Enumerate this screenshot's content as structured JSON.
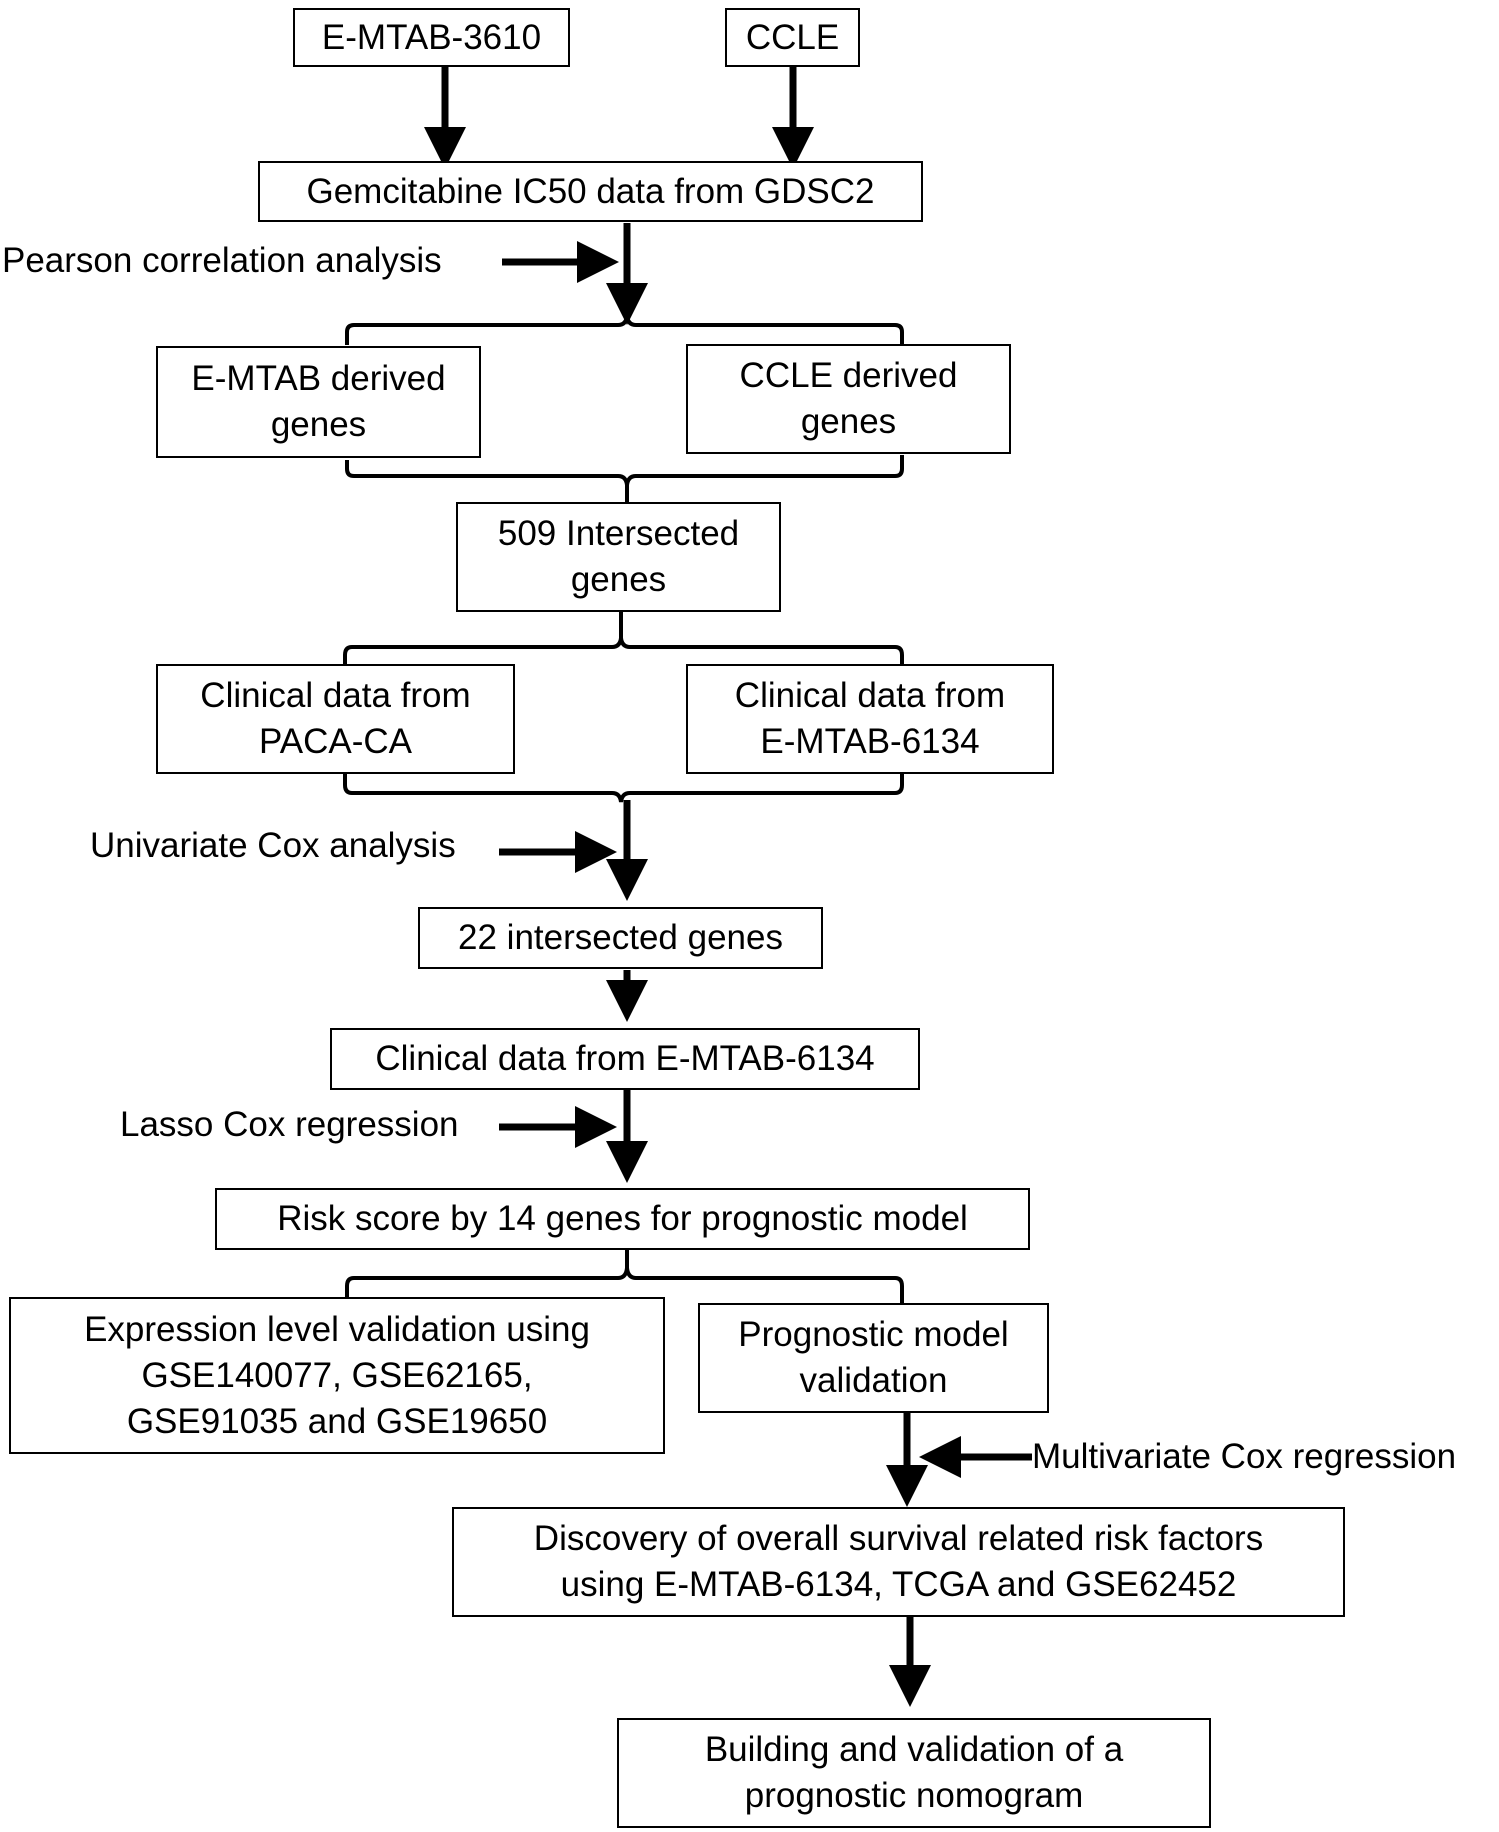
{
  "nodes": {
    "emtab3610": {
      "lines": [
        "E-MTAB-3610"
      ]
    },
    "ccle": {
      "lines": [
        "CCLE"
      ]
    },
    "gemcitabine": {
      "lines": [
        "Gemcitabine IC50 data from GDSC2"
      ]
    },
    "emtab_derived": {
      "lines": [
        "E-MTAB derived",
        "genes"
      ]
    },
    "ccle_derived": {
      "lines": [
        "CCLE derived",
        "genes"
      ]
    },
    "intersected509": {
      "lines": [
        "509 Intersected",
        "genes"
      ]
    },
    "paca": {
      "lines": [
        "Clinical data from",
        "PACA-CA"
      ]
    },
    "emtab6134_a": {
      "lines": [
        "Clinical data from",
        "E-MTAB-6134"
      ]
    },
    "intersected22": {
      "lines": [
        "22 intersected genes"
      ]
    },
    "emtab6134_b": {
      "lines": [
        "Clinical data from E-MTAB-6134"
      ]
    },
    "riskscore": {
      "lines": [
        "Risk score by 14 genes for prognostic model"
      ]
    },
    "expression": {
      "lines": [
        "Expression level validation using",
        "GSE140077, GSE62165,",
        "GSE91035 and GSE19650"
      ]
    },
    "prognostic": {
      "lines": [
        "Prognostic model",
        "validation"
      ]
    },
    "discovery": {
      "lines": [
        "Discovery of overall survival related risk factors",
        "using E-MTAB-6134, TCGA and GSE62452"
      ]
    },
    "nomogram": {
      "lines": [
        "Building and validation of a",
        "prognostic nomogram"
      ]
    }
  },
  "side_labels": {
    "pearson": "Pearson correlation analysis",
    "univariate": "Univariate Cox analysis",
    "lasso": "Lasso Cox regression",
    "multivariate": "Multivariate Cox regression"
  }
}
